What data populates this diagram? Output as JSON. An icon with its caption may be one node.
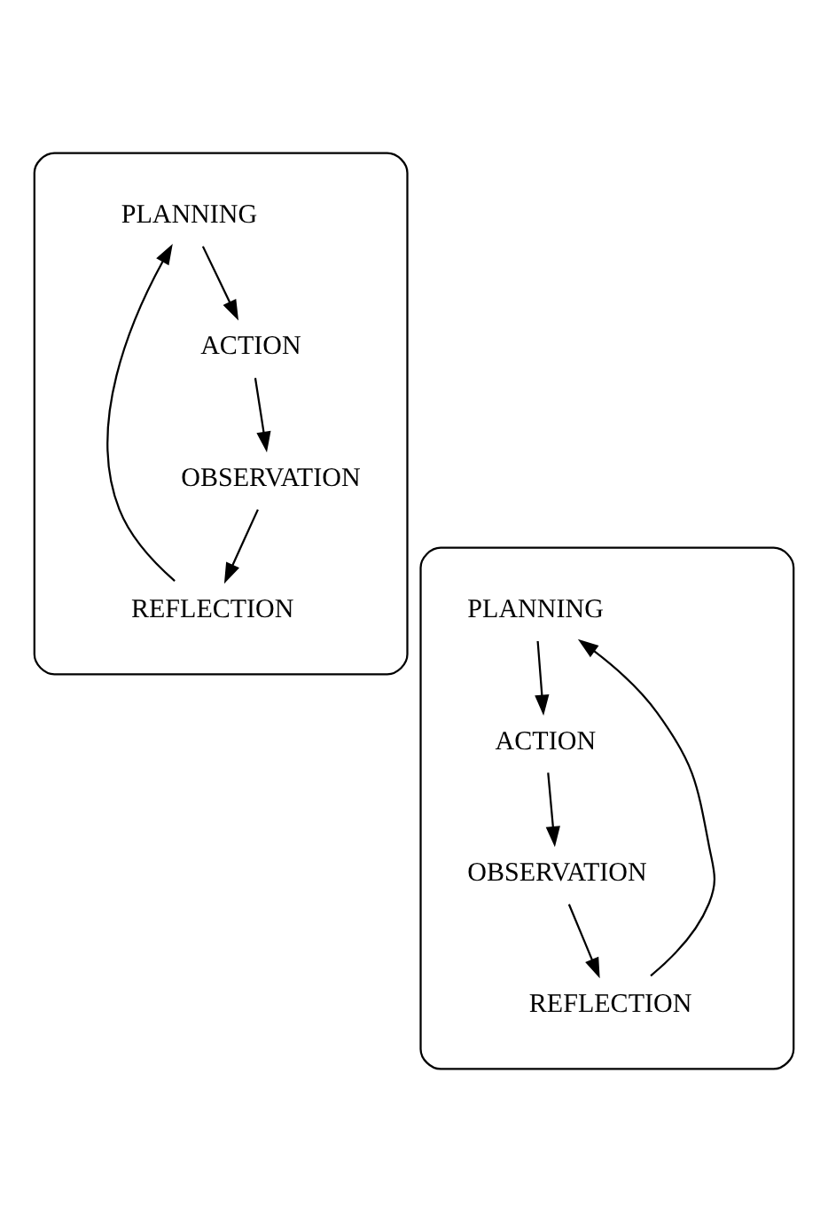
{
  "diagram": {
    "nodes": [
      {
        "text": [],
        "shape": "ellipse"
      },
      {
        "text": [
          "PLANNING"
        ],
        "in": 0
      },
      {
        "text": [
          "REFLECTION"
        ],
        "in": 0
      },
      {
        "text": [
          "ACTION"
        ],
        "in": 0
      },
      {
        "text": [
          "OBSERVATION"
        ],
        "in": 0
      },
      {
        "text": [],
        "shape": "ellipse"
      },
      {
        "text": [
          "PLANNING"
        ],
        "in": 5
      },
      {
        "text": [
          "REFLECTION"
        ],
        "in": 5
      },
      {
        "text": [
          "ACTION"
        ],
        "in": 5
      },
      {
        "text": [
          "OBSERVATION"
        ],
        "in": 5
      }
    ],
    "edges": [
      {
        "from": 2,
        "to": 1,
        "arrow": "to"
      },
      {
        "from": 1,
        "to": 3,
        "arrow": "to"
      },
      {
        "from": 3,
        "to": 4,
        "arrow": "to"
      },
      {
        "from": 4,
        "to": 2,
        "arrow": "to"
      },
      {
        "from": 7,
        "to": 6,
        "arrow": "to"
      },
      {
        "from": 6,
        "to": 8,
        "arrow": "to"
      },
      {
        "from": 8,
        "to": 9,
        "arrow": "to"
      },
      {
        "from": 9,
        "to": 7,
        "arrow": "to"
      }
    ]
  }
}
